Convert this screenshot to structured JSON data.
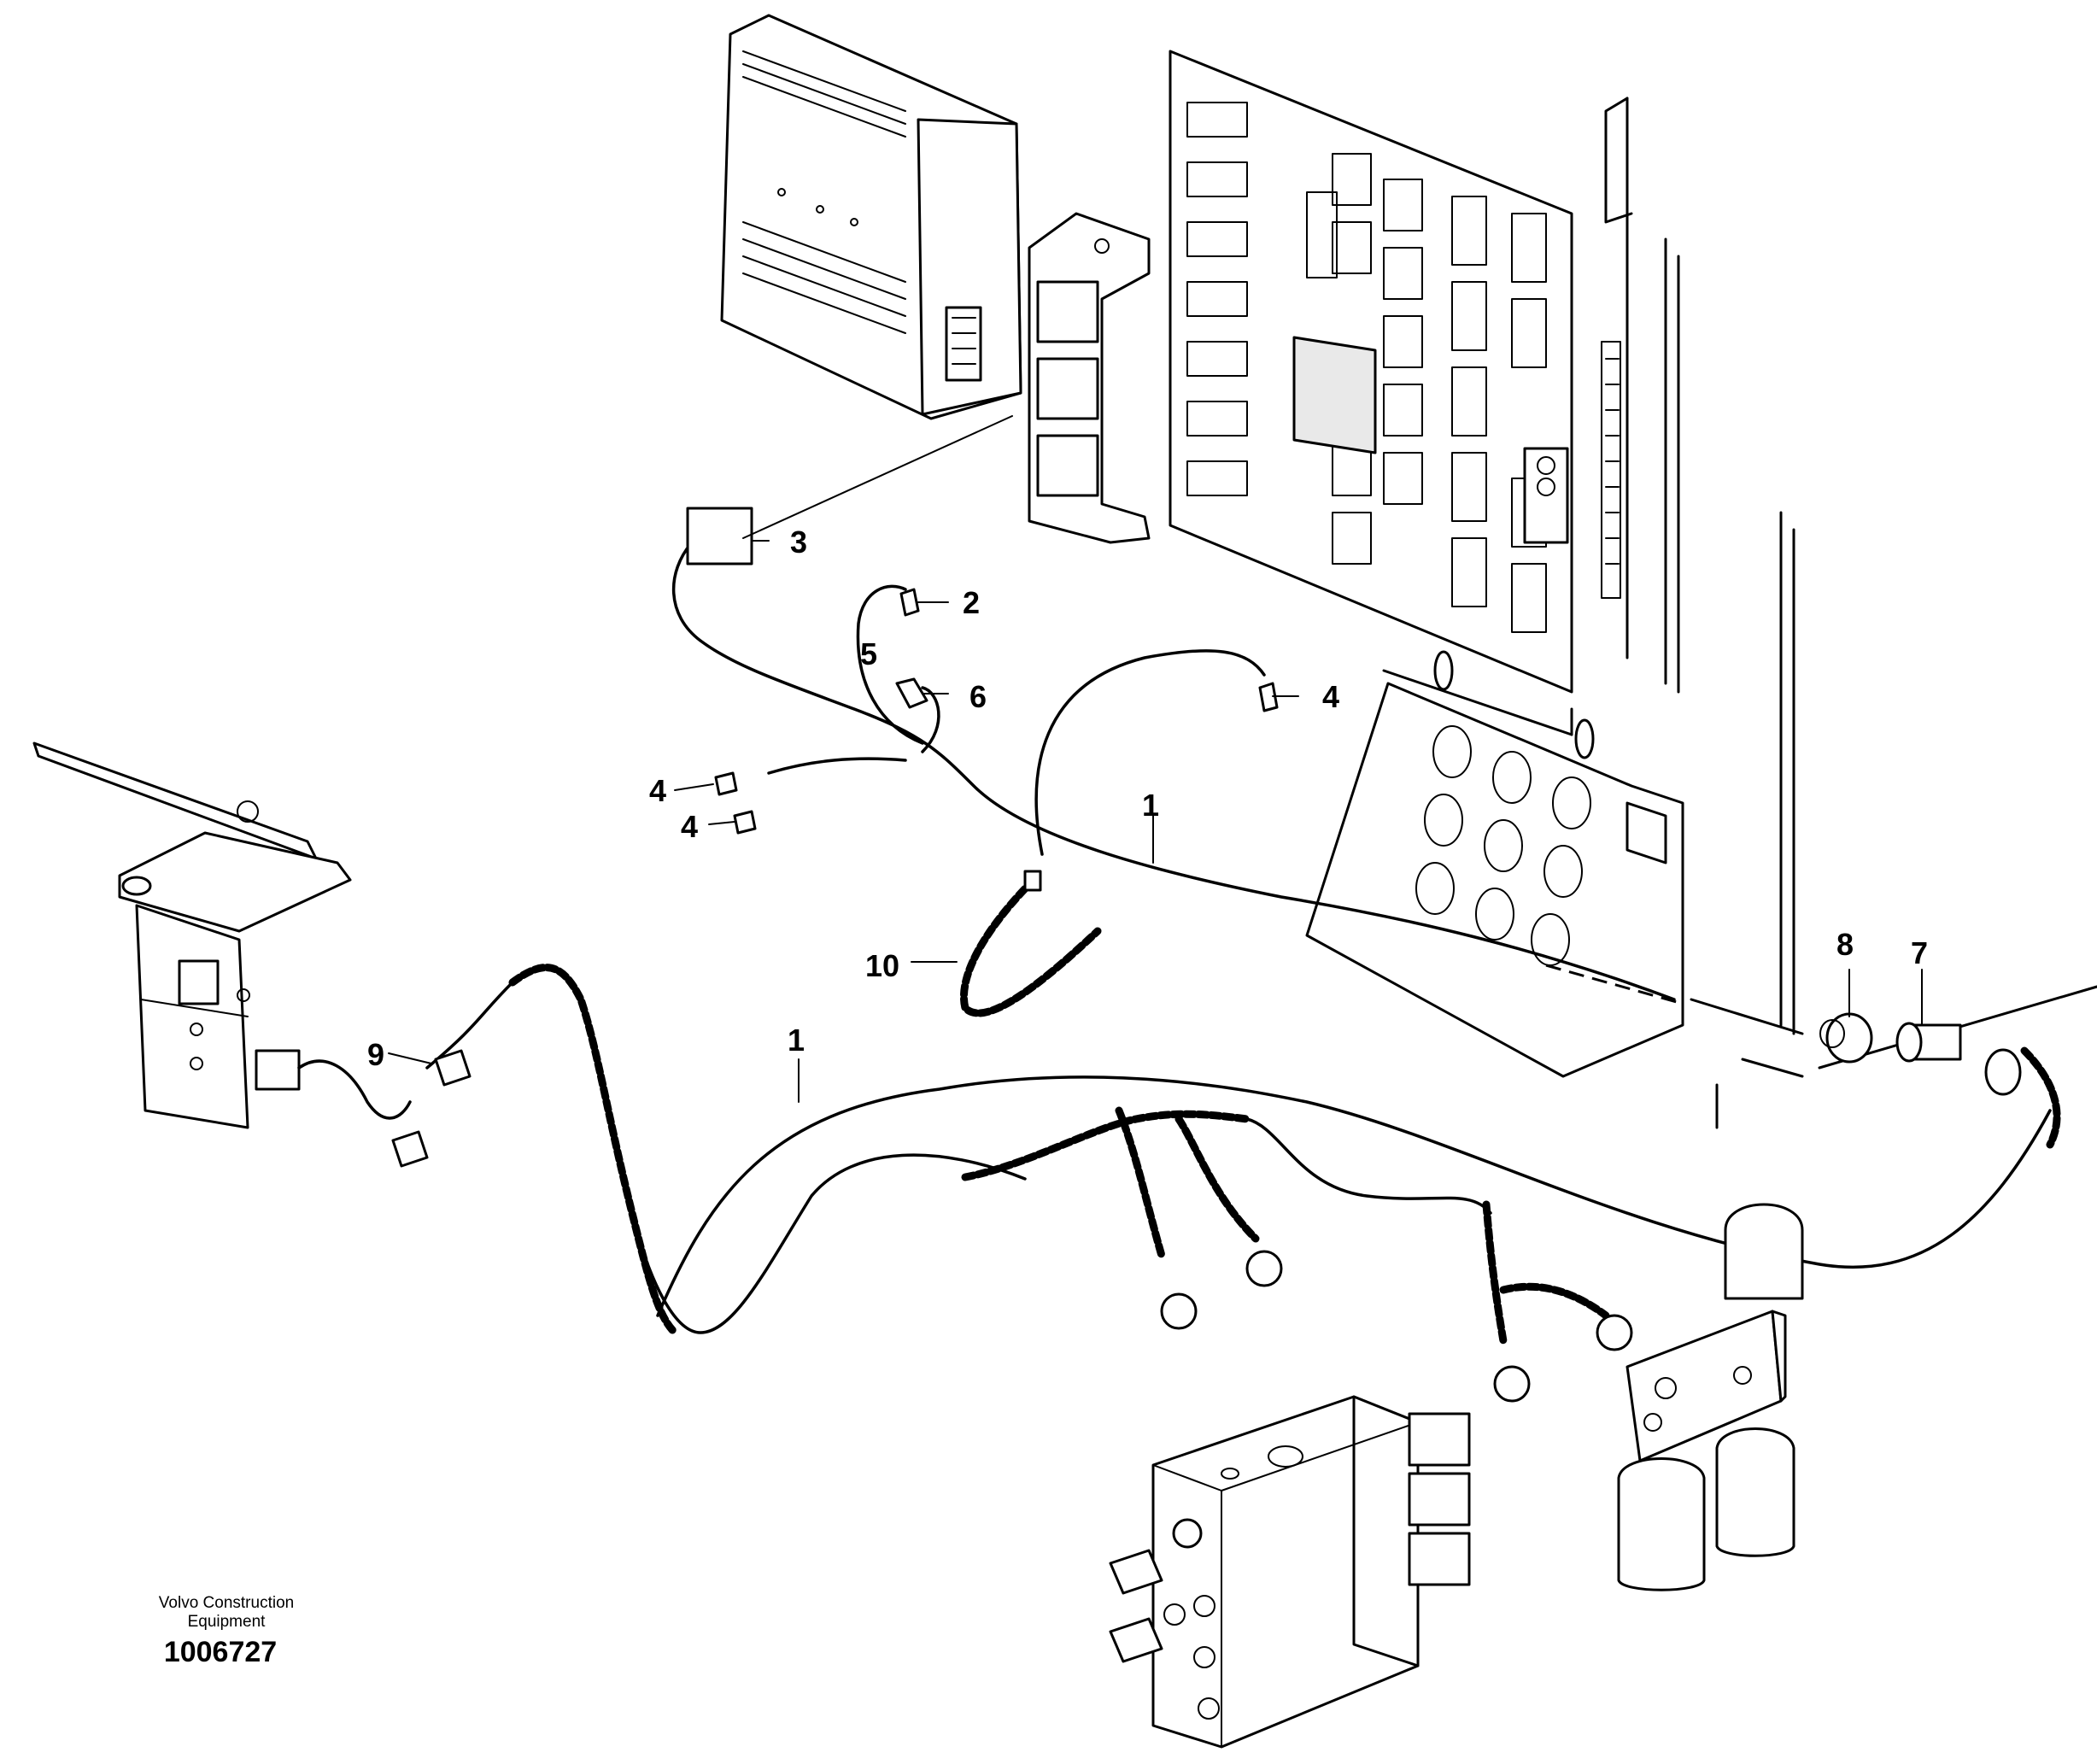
{
  "callouts": [
    {
      "id": "1a",
      "text": "1"
    },
    {
      "id": "1b",
      "text": "1"
    },
    {
      "id": "2",
      "text": "2"
    },
    {
      "id": "3",
      "text": "3"
    },
    {
      "id": "4a",
      "text": "4"
    },
    {
      "id": "4b",
      "text": "4"
    },
    {
      "id": "4c",
      "text": "4"
    },
    {
      "id": "5",
      "text": "5"
    },
    {
      "id": "6",
      "text": "6"
    },
    {
      "id": "7",
      "text": "7"
    },
    {
      "id": "8",
      "text": "8"
    },
    {
      "id": "9",
      "text": "9"
    },
    {
      "id": "10",
      "text": "10"
    }
  ],
  "credit": {
    "line1": "Volvo Construction",
    "line2": "Equipment",
    "number": "1006727"
  }
}
